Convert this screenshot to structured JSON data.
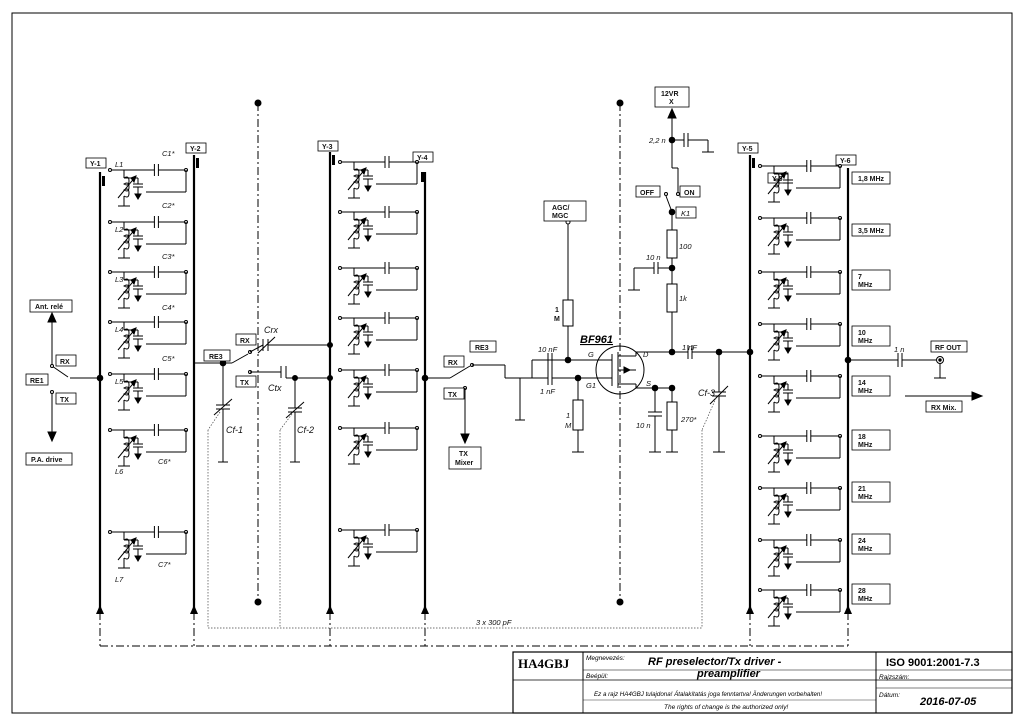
{
  "labels": {
    "y1": "Y-1",
    "y2": "Y-2",
    "y3": "Y-3",
    "y4": "Y-4",
    "y5a": "Y-5",
    "y5b": "Y-5",
    "y6": "Y-6",
    "ant_rele": "Ant. relé",
    "rx1": "RX",
    "re1": "RE1",
    "tx1": "TX",
    "pa_drive": "P.A. drive",
    "re3a": "RE3",
    "rx2": "RX",
    "tx2": "TX",
    "crx": "Crx",
    "ctx": "Ctx",
    "cf1": "Cf-1",
    "cf2": "Cf-2",
    "rx3": "RX",
    "re3b": "RE3",
    "tx3": "TX",
    "tx_mixer_1": "TX",
    "tx_mixer_2": "Mixer",
    "agc_1": "AGC/",
    "agc_2": "MGC",
    "m1_a": "1",
    "m1_b": "M",
    "bf961": "BF961",
    "c10nf": "10 nF",
    "c1nf_a": "1 nF",
    "g": "G",
    "d": "D",
    "g1": "G1",
    "s": "S",
    "r1m_a": "1",
    "r1m_b": "M",
    "c10n_a": "10 n",
    "r270": "270*",
    "c1nf_b": "1 nF",
    "cf3": "Cf-3",
    "v12_a": "12VR",
    "v12_b": "X",
    "c22n": "2,2 n",
    "off": "OFF",
    "on": "ON",
    "k1": "K1",
    "r100": "100",
    "c10n_b": "10 n",
    "r1k": "1k",
    "c1n": "1 n",
    "rf_out": "RF OUT",
    "rx_mix": "RX Mix.",
    "three_x_300": "3 x 300 pF",
    "c1": "C1*",
    "c2": "C2*",
    "c3": "C3*",
    "c4": "C4*",
    "c5": "C5*",
    "c6": "C6*",
    "c7": "C7*",
    "l1": "L1",
    "l2": "L2",
    "l3": "L3",
    "l4": "L4",
    "l5": "L5",
    "l6": "L6",
    "l7": "L7"
  },
  "bands": [
    {
      "line1": "1,8 MHz",
      "line2": ""
    },
    {
      "line1": "3,5 MHz",
      "line2": ""
    },
    {
      "line1": "7",
      "line2": "MHz"
    },
    {
      "line1": "10",
      "line2": "MHz"
    },
    {
      "line1": "14",
      "line2": "MHz"
    },
    {
      "line1": "18",
      "line2": "MHz"
    },
    {
      "line1": "21",
      "line2": "MHz"
    },
    {
      "line1": "24",
      "line2": "MHz"
    },
    {
      "line1": "28",
      "line2": "MHz"
    }
  ],
  "title_block": {
    "author": "HA4GBJ",
    "megnevezes": "Megnevezés:",
    "title_line1": "RF preselector/Tx driver -",
    "title_line2": "preamplifier",
    "standard": "ISO 9001:2001-7.3",
    "bepul": "Beépül:",
    "rajzszam": "Rajzszám:",
    "notice": "Ez a rajz HA4GBJ tulajdona! Átalakítatás joga fenntartva! Änderungen vorbehalten!",
    "rights": "The rights of change is the authorized only!",
    "datum": "Dátum:",
    "date": "2016-07-05"
  }
}
